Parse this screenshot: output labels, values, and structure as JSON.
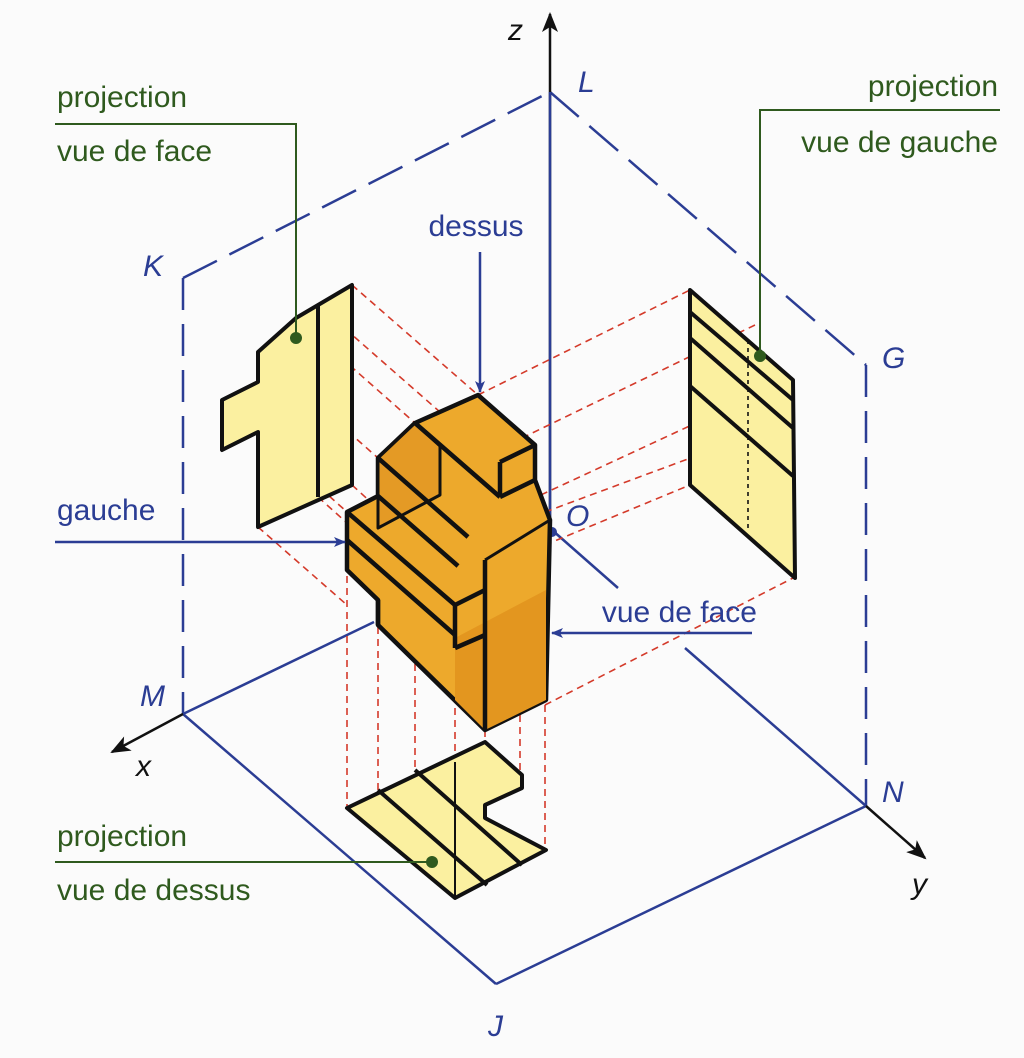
{
  "axes": {
    "x": "x",
    "y": "y",
    "z": "z"
  },
  "points": {
    "L": "L",
    "K": "K",
    "G": "G",
    "O": "O",
    "M": "M",
    "N": "N",
    "J": "J"
  },
  "labels": {
    "front_projection_1": "projection",
    "front_projection_2": "vue de face",
    "left_projection_1": "projection",
    "left_projection_2": "vue de gauche",
    "top_projection_1": "projection",
    "top_projection_2": "vue de dessus",
    "dessus": "dessus",
    "gauche": "gauche",
    "vue_de_face": "vue de face"
  },
  "colors": {
    "plane": "#2b3d94",
    "callout": "#2f5a1e",
    "projection_fill": "#fbf0a0",
    "solid_fill": "#eda92c",
    "solid_fill_dark": "#e49a25",
    "construction": "#d43a2a",
    "outline": "#111111"
  }
}
